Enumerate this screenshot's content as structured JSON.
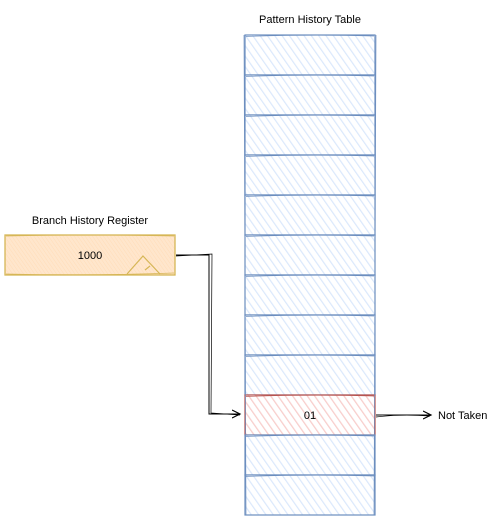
{
  "diagram": {
    "pht": {
      "title": "Pattern History Table",
      "rows": 12,
      "highlighted_row_index": 9,
      "highlighted_value": "01",
      "fill_color": "#dae8fc",
      "stroke_color": "#6c8ebf",
      "highlight_fill": "#f8cecc",
      "highlight_stroke": "#b85450"
    },
    "bhr": {
      "title": "Branch History Register",
      "value": "1000",
      "fill_color": "#ffe6cc",
      "stroke_color": "#d6b656"
    },
    "output": {
      "label": "Not Taken"
    }
  }
}
